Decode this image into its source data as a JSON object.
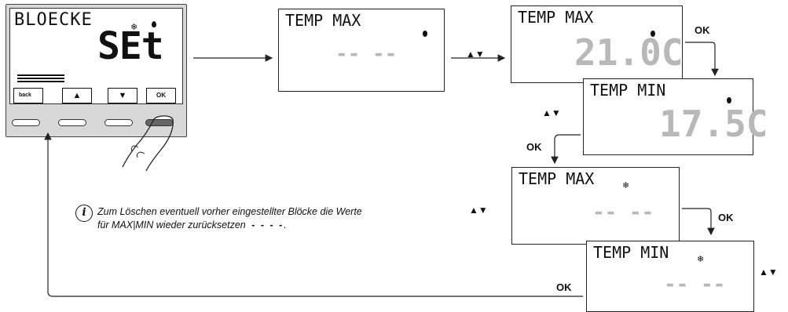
{
  "device": {
    "title": "BLOECKE",
    "mode": "SEt",
    "softkeys": {
      "back": "back",
      "up": "▲",
      "down": "▼",
      "ok": "OK"
    },
    "snowflake": "❄",
    "flame": "🌢"
  },
  "screens": [
    {
      "label": "TEMP MAX",
      "value": "-- --",
      "symbol": "flame"
    },
    {
      "label": "TEMP MAX",
      "value": "21.0C",
      "symbol": "flame"
    },
    {
      "label": "TEMP MIN",
      "value": "17.5C",
      "symbol": "flame"
    },
    {
      "label": "TEMP MAX",
      "value": "-- --",
      "symbol": "snowflake"
    },
    {
      "label": "TEMP MIN",
      "value": "-- --",
      "symbol": "snowflake"
    }
  ],
  "flow_labels": {
    "ok1": "OK",
    "ok2": "OK",
    "ok3": "OK",
    "ok4": "OK",
    "arrows": "▲▼"
  },
  "note": {
    "icon": "i",
    "line1": "Zum Löschen eventuell vorher eingestellter Blöcke die Werte",
    "line2": "für MAX|MIN wieder zurücksetzen",
    "dashes": "- - - -",
    "period": "."
  },
  "colors": {
    "segment_grey": "#b8b8b8",
    "line": "#222222"
  }
}
